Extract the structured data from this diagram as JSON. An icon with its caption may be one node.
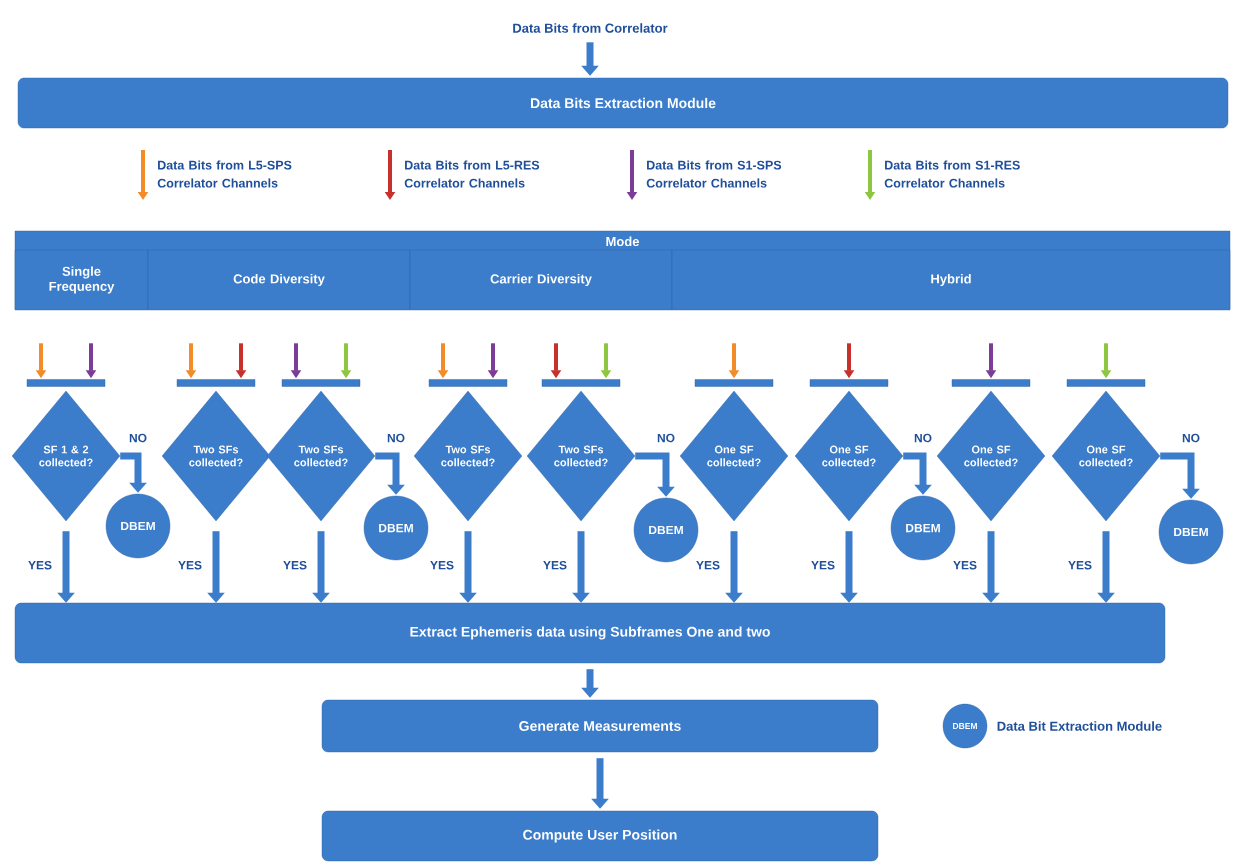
{
  "diagram": {
    "nodes": [
      {
        "text": [
          "Data Bits from Correlator"
        ]
      },
      {
        "text": [
          "Data Bits Extraction Module"
        ]
      },
      {
        "text": [
          "Mode"
        ]
      },
      {
        "text": [
          "Single Frequency"
        ],
        "in": 2
      },
      {
        "text": [
          "Code Diversity"
        ],
        "in": 2
      },
      {
        "text": [
          "Carrier Diversity"
        ],
        "in": 2
      },
      {
        "text": [
          "Hybrid"
        ],
        "in": 2
      },
      {
        "text": [],
        "shape": "bar"
      },
      {
        "text": [],
        "shape": "bar"
      },
      {
        "text": [],
        "shape": "bar"
      },
      {
        "text": [],
        "shape": "bar"
      },
      {
        "text": [],
        "shape": "bar"
      },
      {
        "text": [],
        "shape": "bar"
      },
      {
        "text": [],
        "shape": "bar"
      },
      {
        "text": [],
        "shape": "bar"
      },
      {
        "text": [],
        "shape": "bar"
      },
      {
        "text": [
          "SF 1 & 2 collected?"
        ]
      },
      {
        "text": [
          "Two SFs collected?"
        ]
      },
      {
        "text": [
          "Two SFs collected?"
        ]
      },
      {
        "text": [
          "Two SFs collected?"
        ]
      },
      {
        "text": [
          "Two SFs collected?"
        ]
      },
      {
        "text": [
          "One SF collected?"
        ]
      },
      {
        "text": [
          "One SF collected?"
        ]
      },
      {
        "text": [
          "One SF collected?"
        ]
      },
      {
        "text": [
          "One SF collected?"
        ]
      },
      {
        "text": [
          "DBEM"
        ]
      },
      {
        "text": [
          "DBEM"
        ]
      },
      {
        "text": [
          "DBEM"
        ]
      },
      {
        "text": [
          "DBEM"
        ]
      },
      {
        "text": [
          "DBEM"
        ]
      },
      {
        "text": [
          "Extract Ephemeris data using Subframes One and two"
        ]
      },
      {
        "text": [
          "Generate Measurements"
        ]
      },
      {
        "text": [
          "Compute User Position"
        ]
      },
      {
        "text": [
          "DBEM"
        ],
        "beside": [
          "Data Bit Extraction Module"
        ]
      }
    ],
    "edges": [
      {
        "from": 0,
        "to": 1,
        "arrow": "to"
      },
      {
        "from": null,
        "to": 7,
        "arrow": "to",
        "color": "#f28c28"
      },
      {
        "from": null,
        "to": 7,
        "arrow": "to",
        "color": "#7d3c98"
      },
      {
        "from": null,
        "to": 8,
        "arrow": "to",
        "color": "#f28c28"
      },
      {
        "from": null,
        "to": 8,
        "arrow": "to",
        "color": "#c8302c"
      },
      {
        "from": null,
        "to": 9,
        "arrow": "to",
        "color": "#7d3c98"
      },
      {
        "from": null,
        "to": 9,
        "arrow": "to",
        "color": "#8dc63f"
      },
      {
        "from": null,
        "to": 10,
        "arrow": "to",
        "color": "#f28c28"
      },
      {
        "from": null,
        "to": 10,
        "arrow": "to",
        "color": "#7d3c98"
      },
      {
        "from": null,
        "to": 11,
        "arrow": "to",
        "color": "#c8302c"
      },
      {
        "from": null,
        "to": 11,
        "arrow": "to",
        "color": "#8dc63f"
      },
      {
        "from": null,
        "to": 12,
        "arrow": "to",
        "color": "#f28c28"
      },
      {
        "from": null,
        "to": 13,
        "arrow": "to",
        "color": "#c8302c"
      },
      {
        "from": null,
        "to": 14,
        "arrow": "to",
        "color": "#7d3c98"
      },
      {
        "from": null,
        "to": 15,
        "arrow": "to",
        "color": "#8dc63f"
      },
      {
        "from": 16,
        "to": 25,
        "arrow": "to",
        "label": "NO"
      },
      {
        "from": 18,
        "to": 26,
        "arrow": "to",
        "label": "NO"
      },
      {
        "from": 20,
        "to": 27,
        "arrow": "to",
        "label": "NO"
      },
      {
        "from": 22,
        "to": 28,
        "arrow": "to",
        "label": "NO"
      },
      {
        "from": 24,
        "to": 29,
        "arrow": "to",
        "label": "NO"
      },
      {
        "from": 16,
        "to": 30,
        "arrow": "to",
        "label": "YES"
      },
      {
        "from": 17,
        "to": 30,
        "arrow": "to",
        "label": "YES"
      },
      {
        "from": 18,
        "to": 30,
        "arrow": "to",
        "label": "YES"
      },
      {
        "from": 19,
        "to": 30,
        "arrow": "to",
        "label": "YES"
      },
      {
        "from": 20,
        "to": 30,
        "arrow": "to",
        "label": "YES"
      },
      {
        "from": 21,
        "to": 30,
        "arrow": "to",
        "label": "YES"
      },
      {
        "from": 22,
        "to": 30,
        "arrow": "to",
        "label": "YES"
      },
      {
        "from": 23,
        "to": 30,
        "arrow": "to",
        "label": "YES"
      },
      {
        "from": 24,
        "to": 30,
        "arrow": "to",
        "label": "YES"
      },
      {
        "from": 30,
        "to": 31,
        "arrow": "to"
      },
      {
        "from": 31,
        "to": 32,
        "arrow": "to"
      }
    ],
    "legend": [
      {
        "text": "Data Bits from L5-SPS Correlator Channels",
        "color": "#f28c28"
      },
      {
        "text": "Data Bits from L5-RES Correlator Channels",
        "color": "#c8302c"
      },
      {
        "text": "Data Bits from S1-SPS Correlator Channels",
        "color": "#7d3c98"
      },
      {
        "text": "Data Bits from S1-RES Correlator Channels",
        "color": "#8dc63f"
      }
    ]
  }
}
